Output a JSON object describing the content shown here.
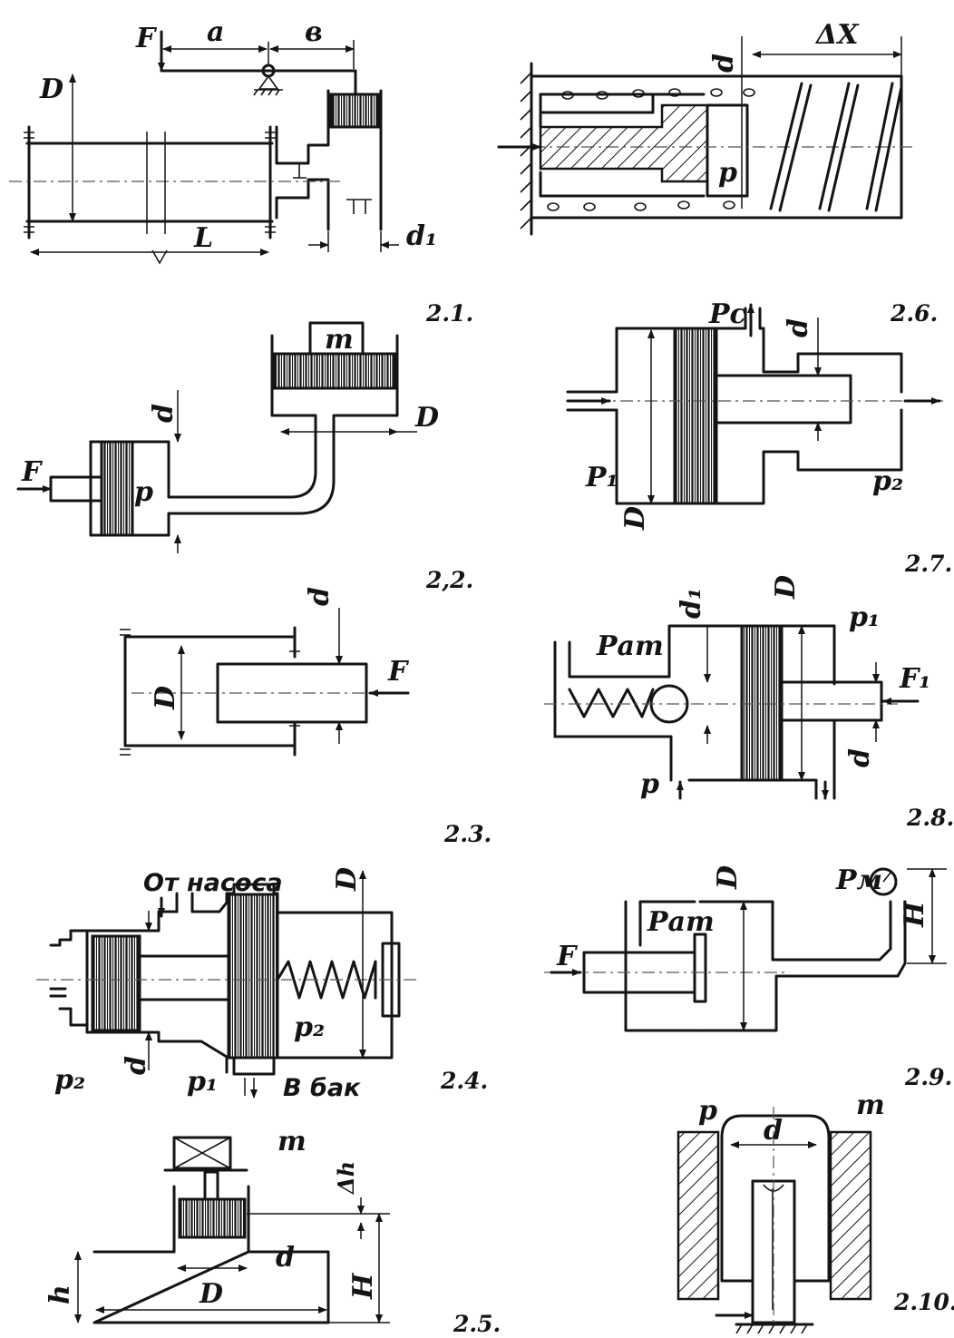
{
  "figures": [
    {
      "id": "2.1",
      "number": "2.1.",
      "labels": {
        "F": "F",
        "a": "a",
        "b": "в",
        "D": "D",
        "L": "L",
        "d1": "d₁"
      }
    },
    {
      "id": "2.2",
      "number": "2,2.",
      "labels": {
        "F": "F",
        "m": "m",
        "d": "d",
        "D": "D",
        "p": "p"
      }
    },
    {
      "id": "2.3",
      "number": "2.3.",
      "labels": {
        "D": "D",
        "d": "d",
        "F": "F"
      }
    },
    {
      "id": "2.4",
      "number": "2.4.",
      "labels": {
        "from_pump": "От насоса",
        "to_tank": "В бак",
        "D": "D",
        "d": "d",
        "p1": "p₁",
        "p2_left": "p₂",
        "p2_right": "p₂"
      }
    },
    {
      "id": "2.5",
      "number": "2.5.",
      "labels": {
        "m": "m",
        "dh": "Δh",
        "H": "H",
        "h": "h",
        "D": "D",
        "d": "d"
      }
    },
    {
      "id": "2.6",
      "number": "2.6.",
      "labels": {
        "dx": "ΔX",
        "d": "d",
        "p": "p"
      }
    },
    {
      "id": "2.7",
      "number": "2.7.",
      "labels": {
        "pc": "Pc",
        "d": "d",
        "D": "D",
        "p1": "P₁",
        "p2": "p₂"
      }
    },
    {
      "id": "2.8",
      "number": "2.8.",
      "labels": {
        "d1": "d₁",
        "D": "D",
        "pat": "Pат",
        "p1": "p₁",
        "F1": "F₁",
        "d": "d",
        "p": "p"
      }
    },
    {
      "id": "2.9",
      "number": "2.9.",
      "labels": {
        "D": "D",
        "pat": "Pат",
        "pm": "Pм",
        "H": "H",
        "F": "F"
      }
    },
    {
      "id": "2.10",
      "number": "2.10.",
      "labels": {
        "p": "p",
        "d": "d",
        "m": "m"
      }
    }
  ]
}
